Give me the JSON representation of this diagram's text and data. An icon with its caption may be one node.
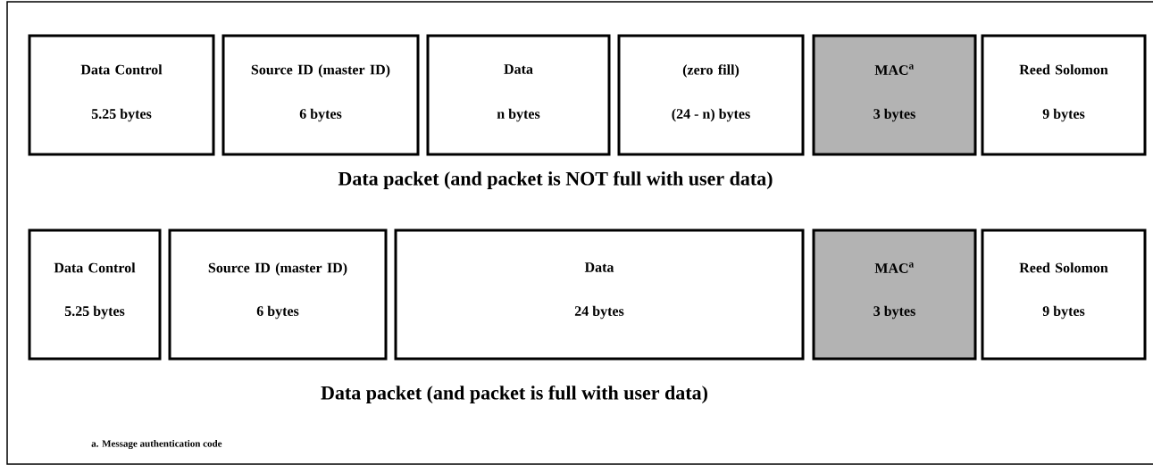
{
  "diagram": {
    "nodes": [
      {
        "text": [
          "Data Control",
          "5.25 bytes"
        ]
      },
      {
        "text": [
          "Source ID (master ID)",
          "6 bytes"
        ]
      },
      {
        "text": [
          "Data",
          "n bytes"
        ]
      },
      {
        "text": [
          "(zero fill)",
          "(24 - n) bytes"
        ]
      },
      {
        "text": [
          "MAC$^{a}$",
          "3 bytes"
        ]
      },
      {
        "text": [
          "Reed Solomon",
          "9 bytes"
        ]
      },
      {
        "text": [
          "Data Control",
          "5.25 bytes"
        ]
      },
      {
        "text": [
          "Source ID (master ID)",
          "6 bytes"
        ]
      },
      {
        "text": [
          "Data",
          "24 bytes"
        ]
      },
      {
        "text": [
          "MAC$^{a}$",
          "3 bytes"
        ]
      },
      {
        "text": [
          "Reed Solomon",
          "9 bytes"
        ]
      }
    ],
    "labels": [
      "Data packet (and packet is NOT full with user data)",
      "Data packet (and packet is full with user data)",
      "a. Message authentication code"
    ]
  }
}
